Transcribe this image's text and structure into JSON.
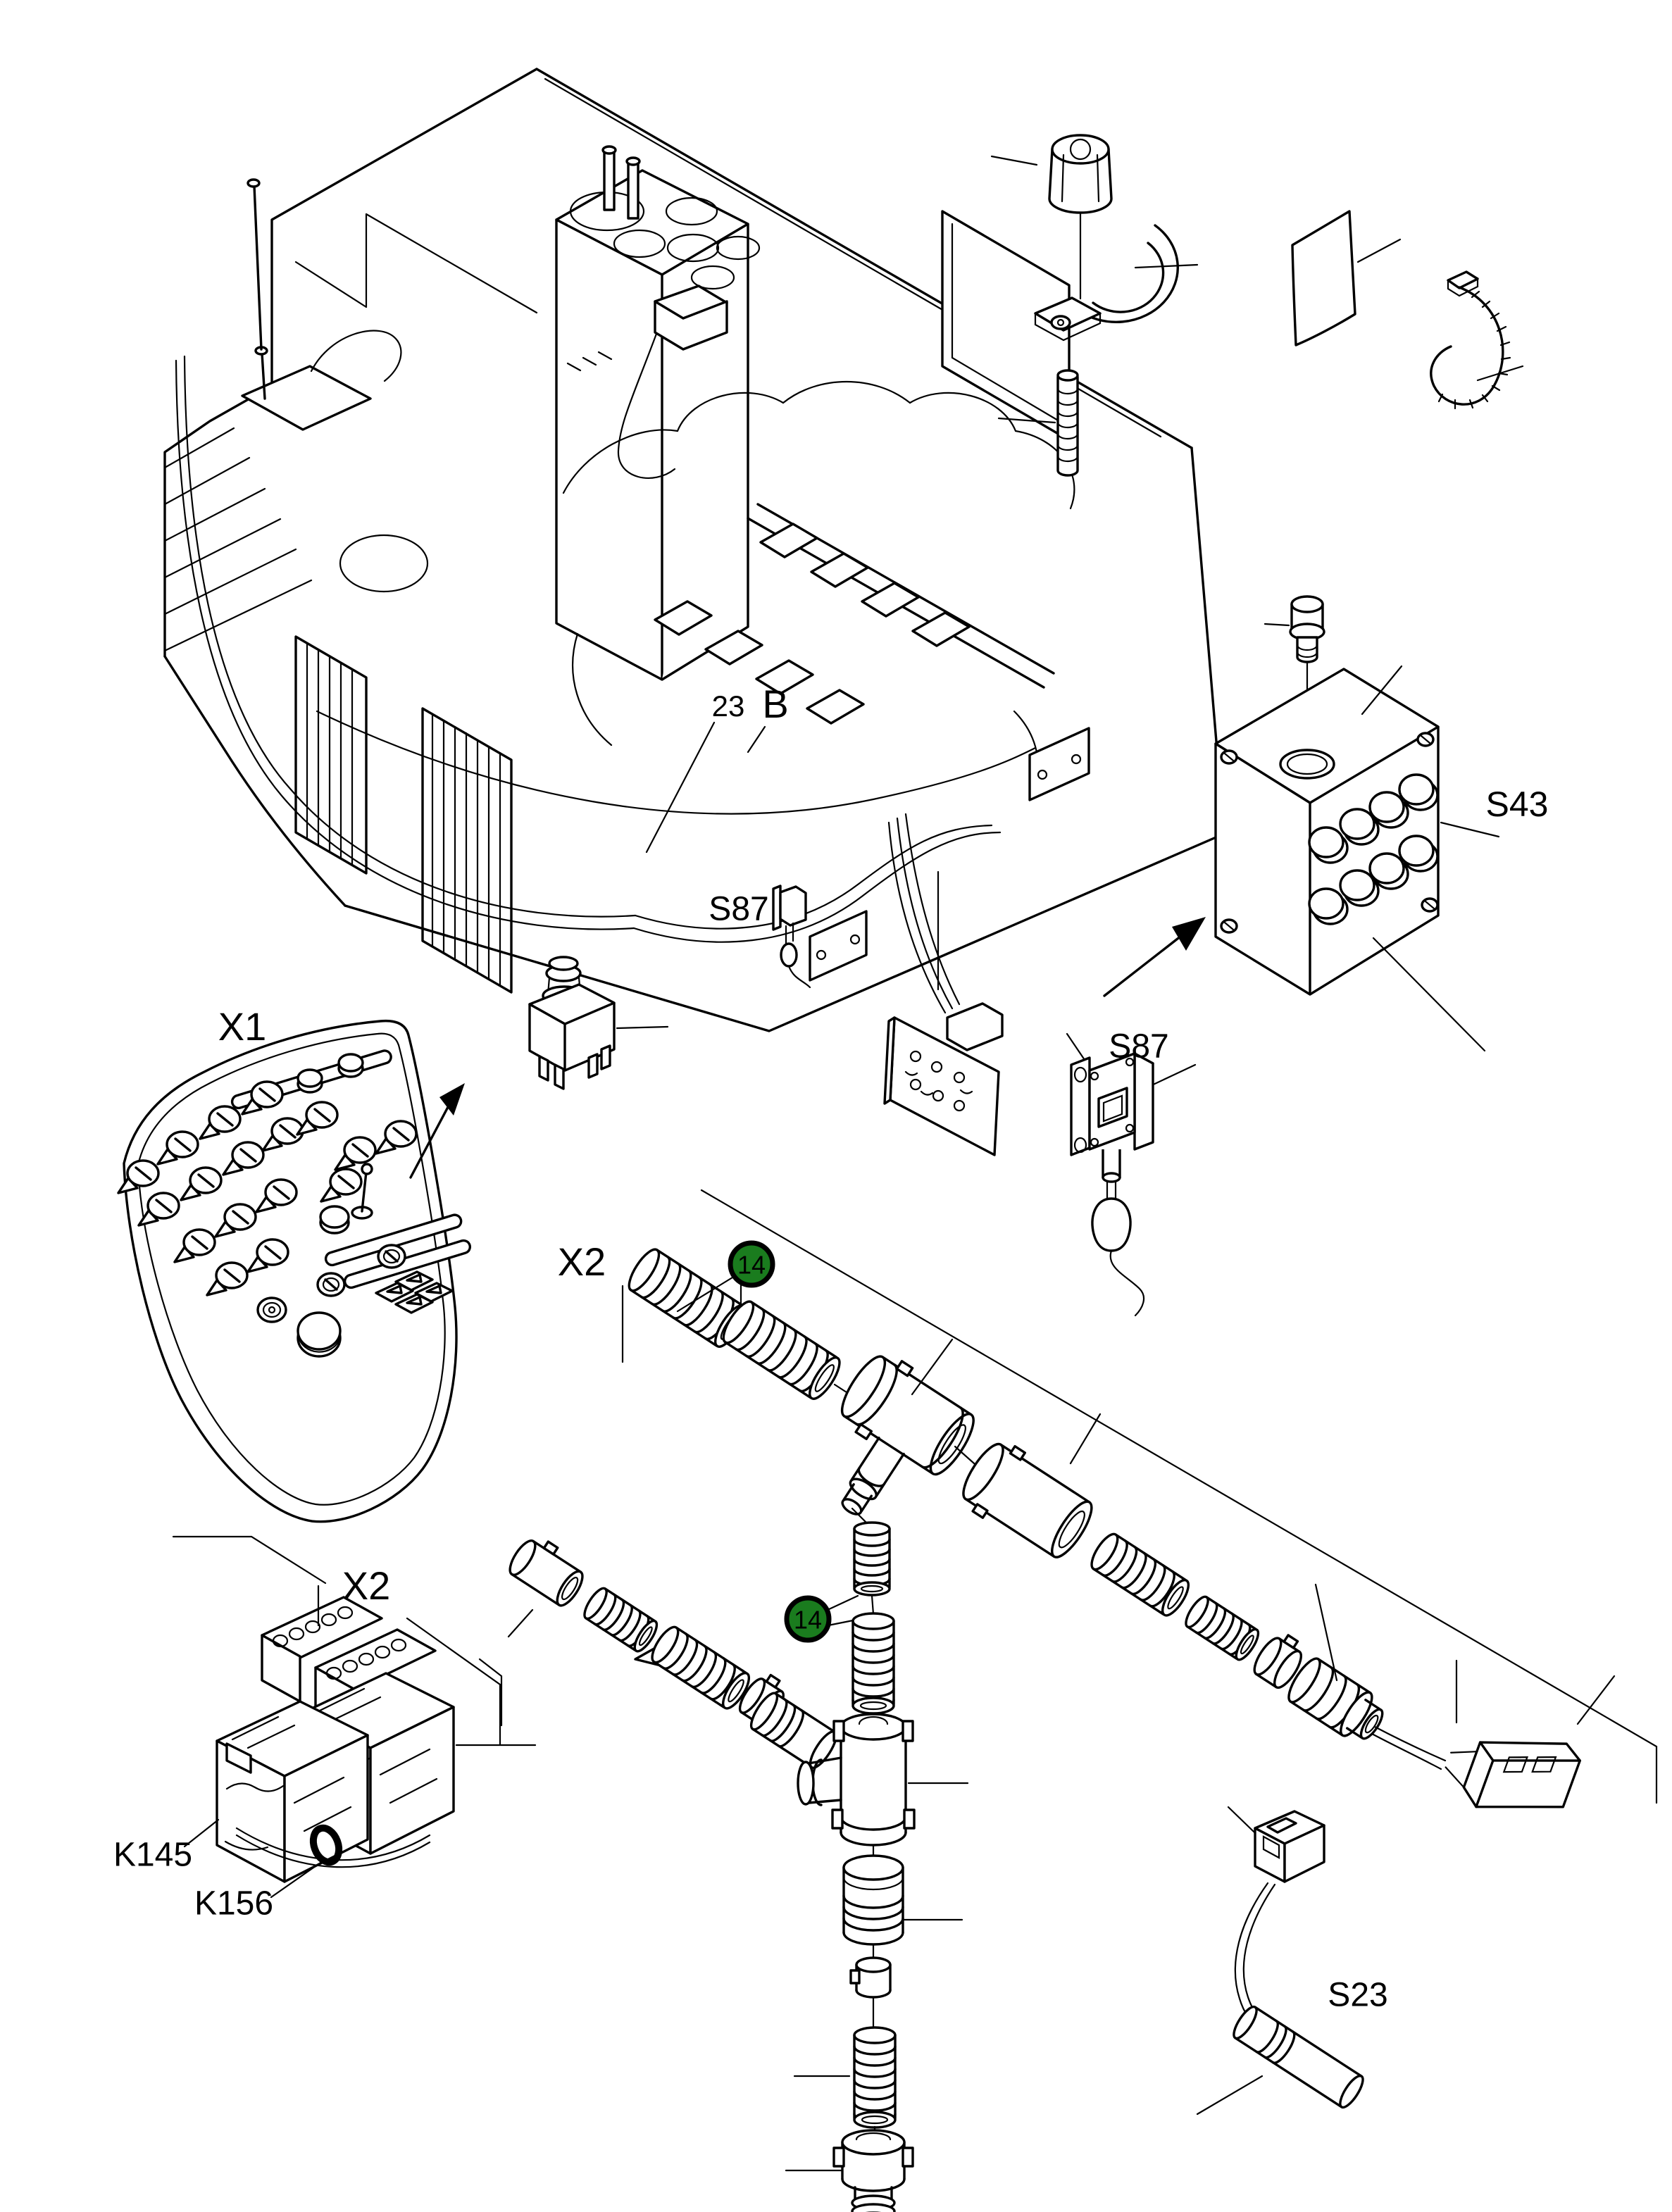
{
  "figure": {
    "kind": "machinery-electrical-parts-diagram",
    "background": "#ffffff",
    "line_color": "#000000"
  },
  "callout_badge": {
    "fill": "#1a7c1e",
    "stroke": "#000000",
    "text_color": "#ffffff",
    "value": "14"
  },
  "labels": {
    "ref_23": "23",
    "ref_b": "B",
    "s87_machine": "S87",
    "s43": "S43",
    "s87_detail": "S87",
    "x1": "X1",
    "x2_top": "X2",
    "x2_relays": "X2",
    "k145": "K145",
    "k156": "K156",
    "s23": "S23",
    "badge_1": "14",
    "badge_2": "14"
  }
}
